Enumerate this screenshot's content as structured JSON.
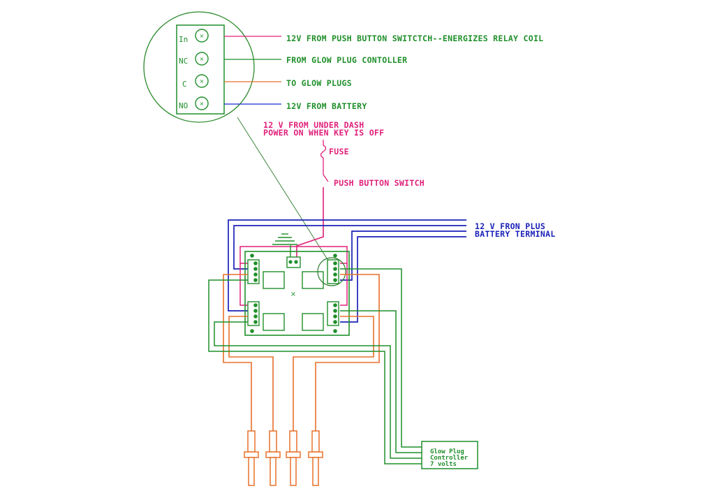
{
  "colors": {
    "green": "#1f8f2a",
    "magenta": "#e0207a",
    "orange": "#e8702a",
    "blue": "#1a2fd0",
    "dark_green": "#2c7a2c",
    "navy": "#1b22b8"
  },
  "relay_detail": {
    "pins": [
      {
        "label": "In",
        "description": "12V FROM PUSH BUTTON SWITCTCH--ENERGIZES RELAY COIL",
        "wire_color": "magenta"
      },
      {
        "label": "NC",
        "description": "FROM GLOW PLUG CONTOLLER",
        "wire_color": "green"
      },
      {
        "label": "C",
        "description": "TO GLOW PLUGS",
        "wire_color": "orange"
      },
      {
        "label": "NO",
        "description": "12V FROM BATTERY",
        "wire_color": "blue"
      }
    ]
  },
  "dash_power": {
    "line1": "12 V FROM UNDER DASH",
    "line2": "POWER ON WHEN KEY IS OFF",
    "fuse_label": "FUSE",
    "switch_label": "PUSH BUTTON SWITCH"
  },
  "battery": {
    "line1": "12 V FRON PLUS",
    "line2": "BATTERY TERMINAL"
  },
  "controller": {
    "line1": "Glow Plug",
    "line2": "Controller",
    "line3": "7 volts"
  },
  "glow_plug_count": 4
}
